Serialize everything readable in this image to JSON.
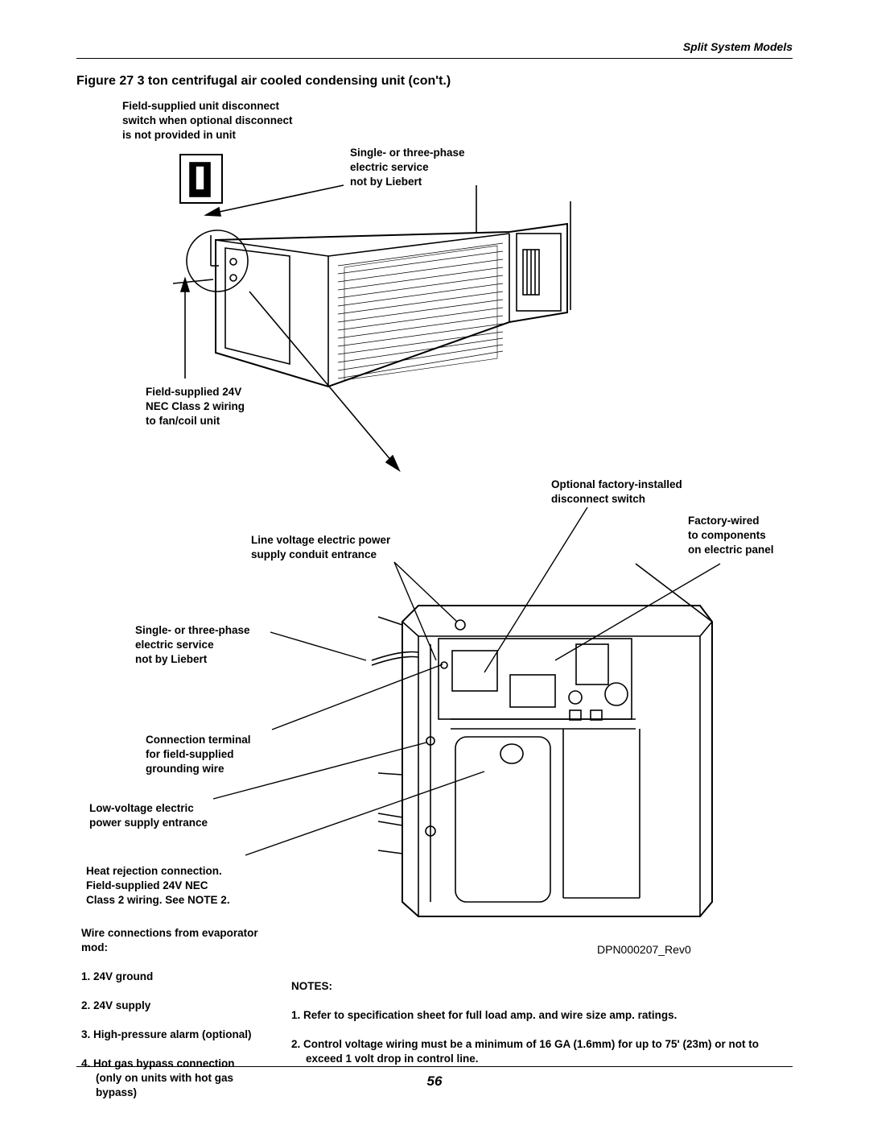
{
  "header": {
    "section": "Split System Models"
  },
  "figure": {
    "title": "Figure 27  3 ton centrifugal air cooled condensing unit (con't.)",
    "labels": {
      "unit_disconnect": "Field-supplied unit disconnect\nswitch when optional disconnect\nis not provided in unit",
      "electric_service_top": "Single- or three-phase\nelectric service\nnot by Liebert",
      "field_24v": "Field-supplied 24V\nNEC Class 2 wiring\nto fan/coil unit",
      "optional_disconnect": "Optional factory-installed\ndisconnect switch",
      "factory_wired": "Factory-wired\nto components\non electric panel",
      "line_voltage": "Line voltage electric power\nsupply conduit entrance",
      "electric_service_bottom": "Single- or three-phase\nelectric service\nnot by Liebert",
      "connection_terminal": "Connection terminal\nfor field-supplied\ngrounding wire",
      "low_voltage": "Low-voltage electric\npower supply entrance",
      "heat_rejection": "Heat rejection connection.\nField-supplied 24V NEC\nClass 2 wiring. See NOTE 2."
    },
    "drawing_number": "DPN000207_Rev0",
    "wire_connections": {
      "heading": "Wire connections from evaporator\nmod:",
      "items": [
        "1. 24V ground",
        "2. 24V supply",
        "3. High-pressure alarm (optional)",
        "4. Hot gas bypass connection\n(only on units with hot gas\nbypass)"
      ]
    },
    "notes": {
      "heading": "NOTES:",
      "items": [
        "1. Refer to specification sheet for full load amp. and wire size amp. ratings.",
        "2. Control voltage wiring must be a minimum of 16 GA (1.6mm) for up to 75' (23m) or not to exceed 1 volt drop in control line."
      ]
    }
  },
  "page_number": "56"
}
